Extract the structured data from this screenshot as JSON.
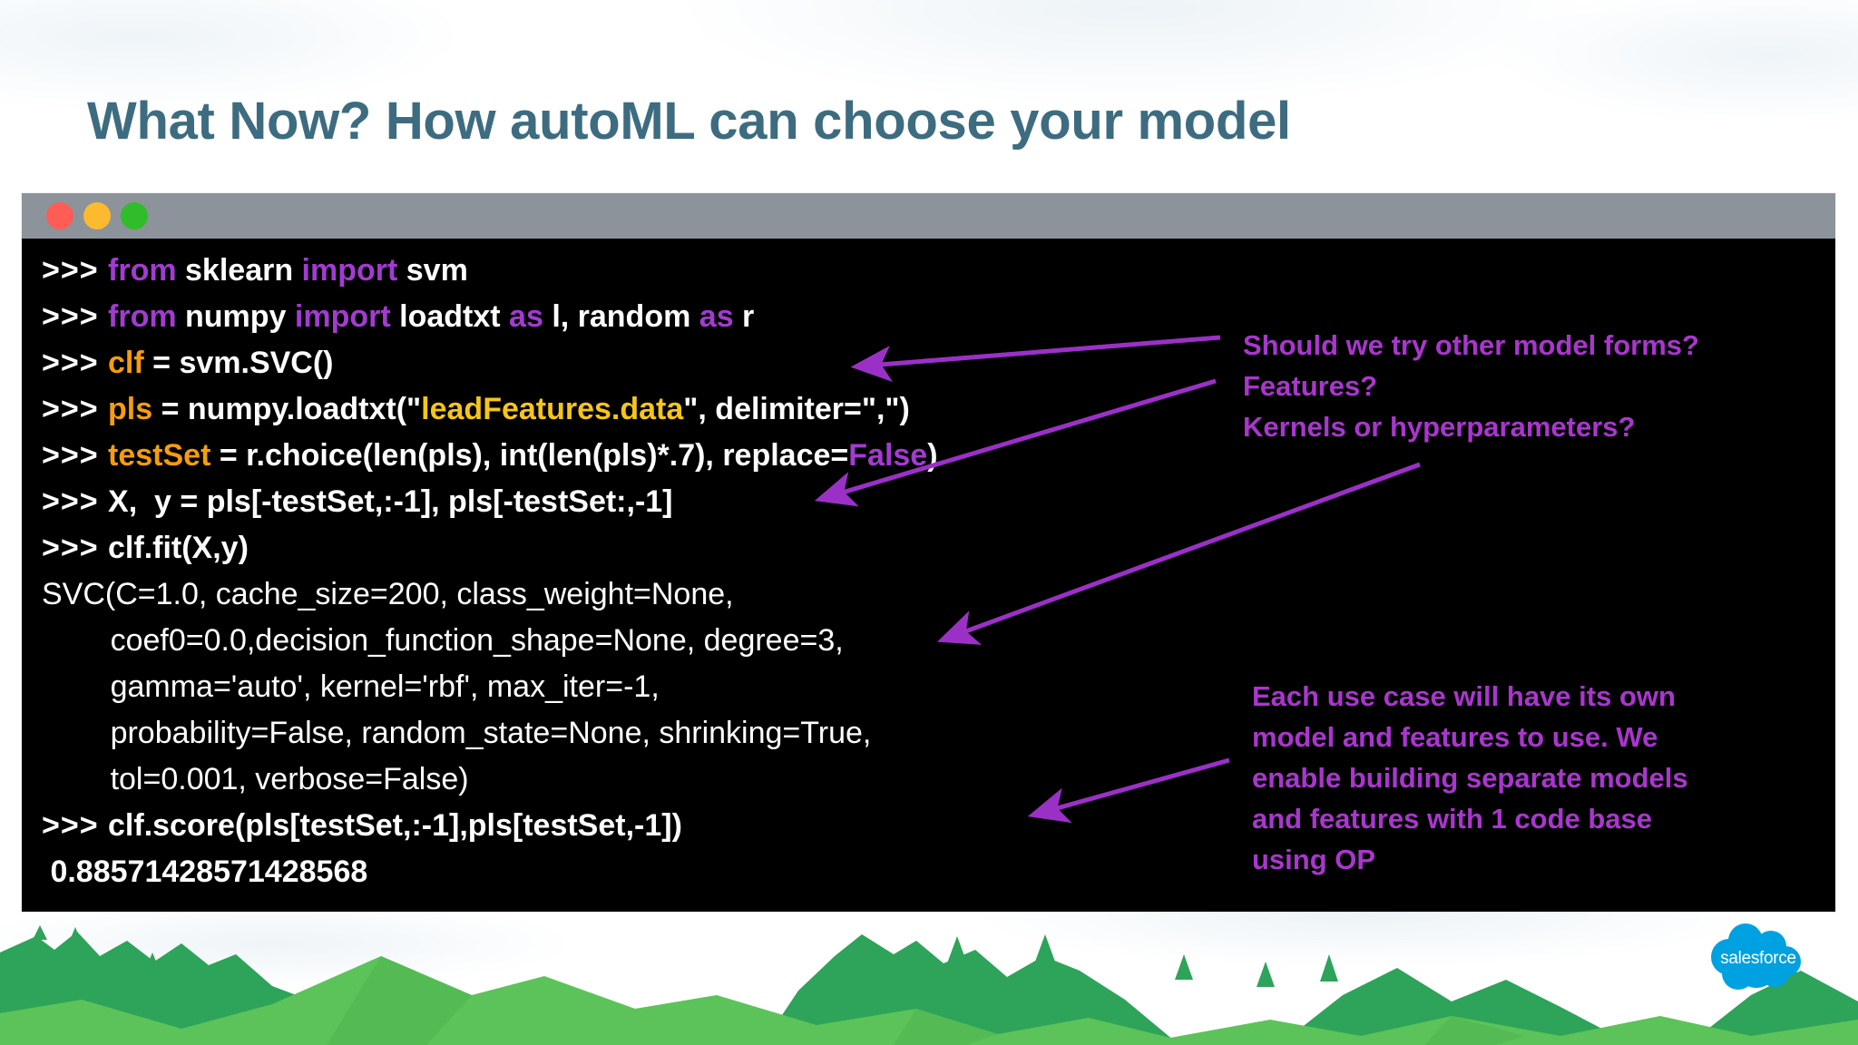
{
  "slide": {
    "title": "What Now? How autoML can choose your model",
    "title_color": "#3d6c80",
    "background": "#ffffff"
  },
  "terminal": {
    "window_controls": [
      "close",
      "minimize",
      "maximize"
    ],
    "titlebar_color": "#8d939b",
    "background": "#000000",
    "colors": {
      "text": "#ffffff",
      "keyword": "#a23bd0",
      "variable": "#f59c10",
      "string": "#f5c518",
      "boolean": "#a23bd0"
    },
    "lines": [
      {
        "id": "line-1",
        "prompt": ">>>",
        "tokens": [
          {
            "t": "from ",
            "c": "kw"
          },
          {
            "t": "sklearn ",
            "c": "plain"
          },
          {
            "t": "import ",
            "c": "kw"
          },
          {
            "t": "svm",
            "c": "plain"
          }
        ],
        "plain": ">>> from sklearn import svm"
      },
      {
        "id": "line-2",
        "prompt": ">>>",
        "tokens": [
          {
            "t": "from ",
            "c": "kw"
          },
          {
            "t": "numpy ",
            "c": "plain"
          },
          {
            "t": "import ",
            "c": "kw"
          },
          {
            "t": "loadtxt ",
            "c": "plain"
          },
          {
            "t": "as ",
            "c": "kw"
          },
          {
            "t": "l, random ",
            "c": "plain"
          },
          {
            "t": "as ",
            "c": "kw"
          },
          {
            "t": "r",
            "c": "plain"
          }
        ],
        "plain": ">>> from numpy import loadtxt as l, random as r"
      },
      {
        "id": "line-3",
        "prompt": ">>>",
        "tokens": [
          {
            "t": "clf",
            "c": "var"
          },
          {
            "t": " = svm.SVC()",
            "c": "plain"
          }
        ],
        "plain": ">>> clf = svm.SVC()"
      },
      {
        "id": "line-4",
        "prompt": ">>>",
        "tokens": [
          {
            "t": "pls",
            "c": "var"
          },
          {
            "t": " = numpy.loadtxt(\"",
            "c": "plain"
          },
          {
            "t": "leadFeatures.data",
            "c": "str"
          },
          {
            "t": "\", delimiter=\",\")",
            "c": "plain"
          }
        ],
        "plain": ">>> pls = numpy.loadtxt(\"leadFeatures.data\", delimiter=\",\")"
      },
      {
        "id": "line-5",
        "prompt": ">>>",
        "tokens": [
          {
            "t": "testSet",
            "c": "var"
          },
          {
            "t": " = r.choice(len(pls), int(len(pls)*.7), replace=",
            "c": "plain"
          },
          {
            "t": "False",
            "c": "boolv"
          },
          {
            "t": ")",
            "c": "plain"
          }
        ],
        "plain": ">>> testSet = r.choice(len(pls), int(len(pls)*.7), replace=False)"
      },
      {
        "id": "line-6",
        "prompt": ">>>",
        "tokens": [
          {
            "t": "X,  y = pls[-testSet,:-1], pls[-testSet:,-1]",
            "c": "plain"
          }
        ],
        "plain": ">>> X,  y = pls[-testSet,:-1], pls[-testSet:,-1]"
      },
      {
        "id": "line-7",
        "prompt": ">>>",
        "tokens": [
          {
            "t": "clf.fit(X,y)",
            "c": "plain"
          }
        ],
        "plain": ">>> clf.fit(X,y)"
      }
    ],
    "output_lines": [
      "SVC(C=1.0, cache_size=200, class_weight=None,",
      "        coef0=0.0,decision_function_shape=None, degree=3,",
      "        gamma='auto', kernel='rbf', max_iter=-1,",
      "        probability=False, random_state=None, shrinking=True,",
      "        tol=0.001, verbose=False)"
    ],
    "final_lines": [
      {
        "id": "line-score",
        "prompt": ">>>",
        "text": "clf.score(pls[testSet,:-1],pls[testSet,-1])"
      },
      {
        "id": "line-result",
        "prompt": "",
        "text": " 0.88571428571428568"
      }
    ]
  },
  "annotations": {
    "color": "#a936cd",
    "top": {
      "line1": "Should we try other model forms?",
      "line2": "Features?",
      "line3": "Kernels or hyperparameters?"
    },
    "bottom": {
      "line1": "Each use case will have its own",
      "line2": "model and features to use. We",
      "line3": "enable building separate models",
      "line4": "and features with 1 code base",
      "line5": "using OP"
    }
  },
  "footer": {
    "logo_text": "salesforce",
    "logo_color": "#00a1e0",
    "mountain_light": "#5cc35a",
    "mountain_dark": "#2ea35a"
  }
}
